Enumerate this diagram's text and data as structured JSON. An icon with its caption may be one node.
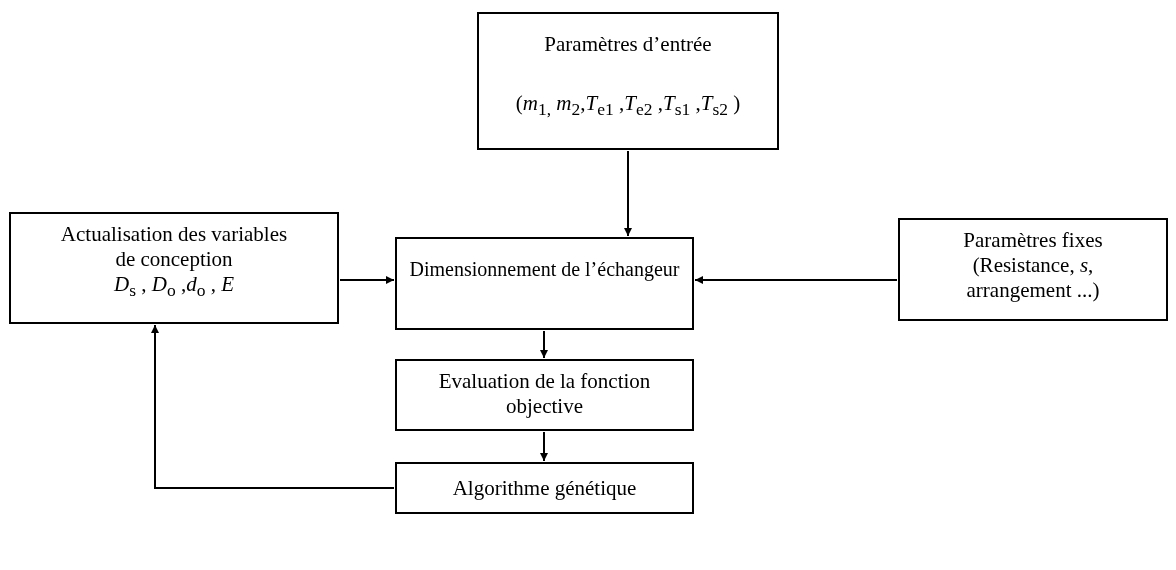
{
  "diagram": {
    "nodes": [
      {
        "text": [
          "Paramètres  d’entrée",
          "(*m*$_{1,}$ *m*$_{2}$,*T*$_{e1}$ ,*T*$_{e2}$ ,*T*$_{s1}$ ,*T*$_{s2}$ )"
        ]
      },
      {
        "text": [
          "Actualisation des variables de conception",
          "*D*$_{s}$ , *D*$_{o}$ ,*d*$_{o}$ , *E*"
        ]
      },
      {
        "text": [
          "Dimensionnement de l’échangeur"
        ]
      },
      {
        "text": [
          "Paramètres fixes (Resistance, *s*, arrangement ...)"
        ]
      },
      {
        "text": [
          "Evaluation de la fonction objective"
        ]
      },
      {
        "text": [
          "Algorithme génétique"
        ]
      }
    ],
    "edges": [
      {
        "from": 0,
        "to": 2,
        "arrow": "to"
      },
      {
        "from": 1,
        "to": 2,
        "arrow": "to"
      },
      {
        "from": 3,
        "to": 2,
        "arrow": "to"
      },
      {
        "from": 2,
        "to": 4,
        "arrow": "to"
      },
      {
        "from": 4,
        "to": 5,
        "arrow": "to"
      },
      {
        "from": 5,
        "to": 1,
        "arrow": "to"
      }
    ]
  }
}
